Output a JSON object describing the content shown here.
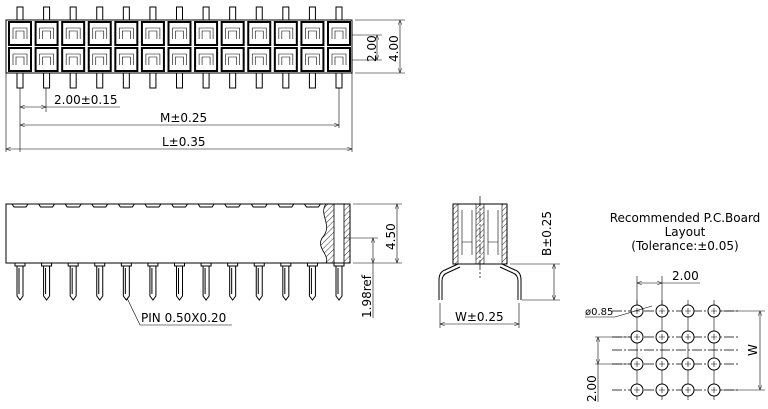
{
  "top_view": {
    "pin_columns": 13,
    "dims": {
      "pitch": "2.00±0.15",
      "m": "M±0.25",
      "l": "L±0.35",
      "row_pitch": "2.00",
      "width": "4.00"
    }
  },
  "side_view": {
    "dims": {
      "height": "4.50",
      "tail": "1.98ref",
      "pin": "PIN  0.50X0.20"
    }
  },
  "end_view": {
    "dims": {
      "w": "W±0.25",
      "b": "B±0.25"
    }
  },
  "pcb_layout": {
    "title_line1": "Recommended  P.C.Board",
    "title_line2": "Layout",
    "title_line3": "(Tolerance:±0.05)",
    "dims": {
      "pitch_x": "2.00",
      "pitch_y": "2.00",
      "hole": "ø0.85",
      "w": "W"
    },
    "grid": {
      "cols": 4,
      "rows": 4
    }
  }
}
